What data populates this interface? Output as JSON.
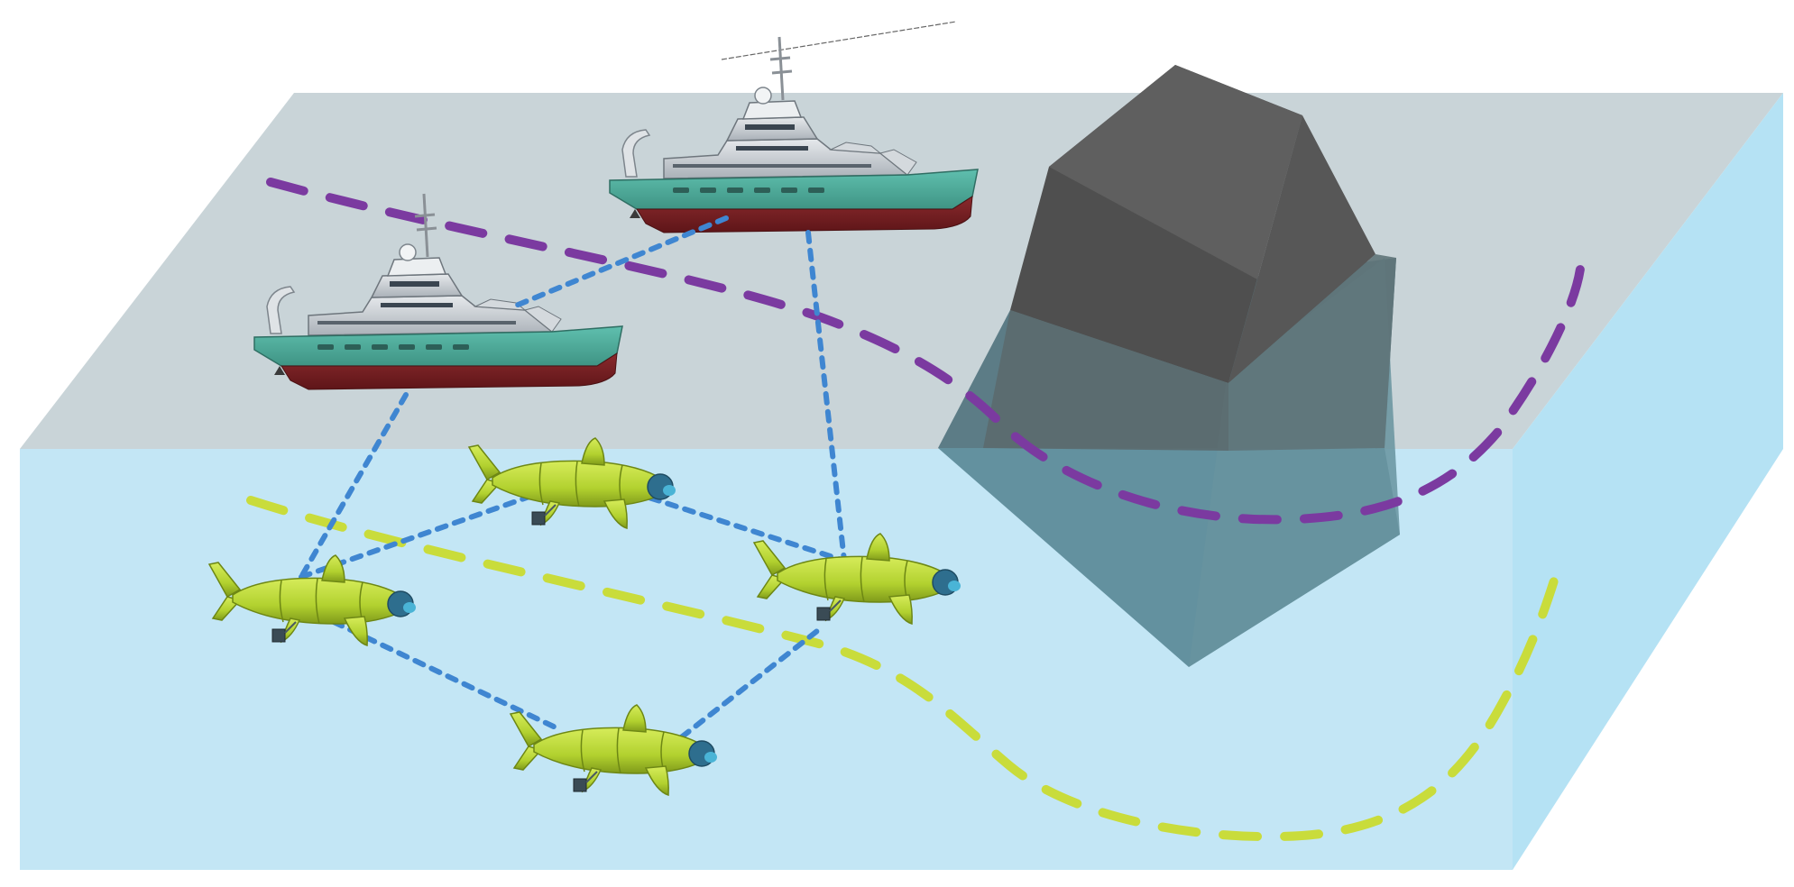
{
  "colors": {
    "background": "#ffffff",
    "sea_surface": "#c9d4d8",
    "water_front": "#c3e6f5",
    "water_side": "#b5e2f4",
    "rock_top": "#5a5a5a",
    "rock_submerged": "#5f8b98",
    "surface_path": "#7b3aa0",
    "underwater_path": "#c9dc3b",
    "communication_link": "#3f86d1",
    "ship_hull_upper": "#4fae9e",
    "ship_hull_lower": "#7a1f22",
    "ship_superstructure": "#c9ced3",
    "robot_fish_body": "#b7d93a"
  },
  "elements": {
    "surface_vessels": [
      "surface-vessel-1",
      "surface-vessel-2"
    ],
    "robotic_fish": [
      "robotic-fish-1",
      "robotic-fish-2",
      "robotic-fish-3",
      "robotic-fish-4"
    ],
    "obstacle": "rock-obstacle",
    "paths": [
      "surface-path",
      "underwater-path"
    ],
    "links": "communication-links"
  }
}
